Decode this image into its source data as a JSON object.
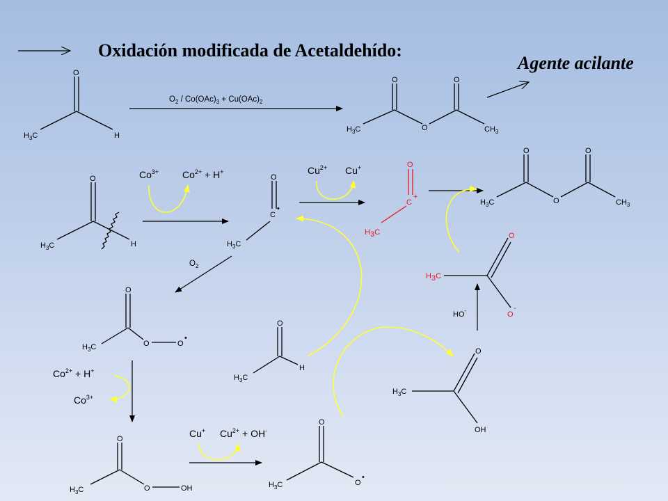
{
  "title": "Oxidación modificada de Acetaldehído:",
  "subtitle": "Agente acilante",
  "reagents": {
    "main_o": "O",
    "main_o_sub": "2",
    "main_co": " / Co(OAc)",
    "main_co_sub": "3",
    "main_cu": " + Cu(OAc)",
    "main_cu_sub": "2",
    "o2": "O",
    "o2_sub": "2"
  },
  "ions": {
    "co": "Co",
    "cu": "Cu",
    "sup_3plus": "3+",
    "sup_2plus": "2+",
    "sup_plus": "+",
    "plus_h": " + H",
    "plus_oh": " + OH",
    "sup_minus": "-"
  },
  "atoms": {
    "o": "O",
    "h": "H",
    "c": "C",
    "oh": "OH",
    "ho": "HO",
    "h3c_h": "H",
    "h3c_c": "C",
    "ch3_ch": "CH",
    "sub_3": "3",
    "radical_dot": "•",
    "cation_plus": "+",
    "anion_minus": "-"
  },
  "colors": {
    "bond": "#000000",
    "highlight_red": "#e6171f",
    "electron_arrow_yellow": "#ffff33",
    "background_top": "#a5bde2",
    "background_bottom": "#e3e9f5"
  }
}
